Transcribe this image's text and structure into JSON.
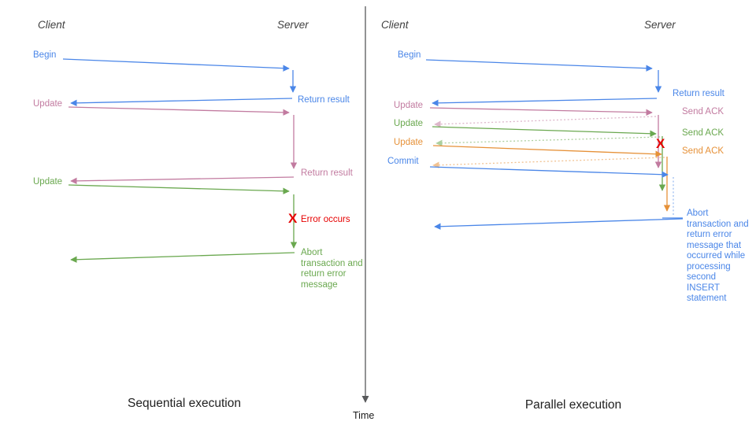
{
  "colors": {
    "blue": "#4a86e8",
    "pink": "#c27ba0",
    "green": "#6aa84f",
    "orange": "#e69138",
    "red": "#e60000",
    "axis": "#58595b"
  },
  "axis": {
    "time_label": "Time"
  },
  "sequential": {
    "caption": "Sequential execution",
    "client": "Client",
    "server": "Server",
    "begin": "Begin",
    "return_result_1": "Return result",
    "update_1": "Update",
    "return_result_2": "Return result",
    "update_2": "Update",
    "error_mark": "X",
    "error_occurs": "Error occurs",
    "abort_note": "Abort transaction and return error message"
  },
  "parallel": {
    "caption": "Parallel execution",
    "client": "Client",
    "server": "Server",
    "begin": "Begin",
    "return_result": "Return result",
    "update_1": "Update",
    "send_ack_1": "Send ACK",
    "update_2": "Update",
    "send_ack_2": "Send ACK",
    "update_3": "Update",
    "send_ack_3": "Send ACK",
    "commit": "Commit",
    "error_mark": "X",
    "abort_note": "Abort transaction and return error message that occurred while processing second INSERT statement"
  }
}
